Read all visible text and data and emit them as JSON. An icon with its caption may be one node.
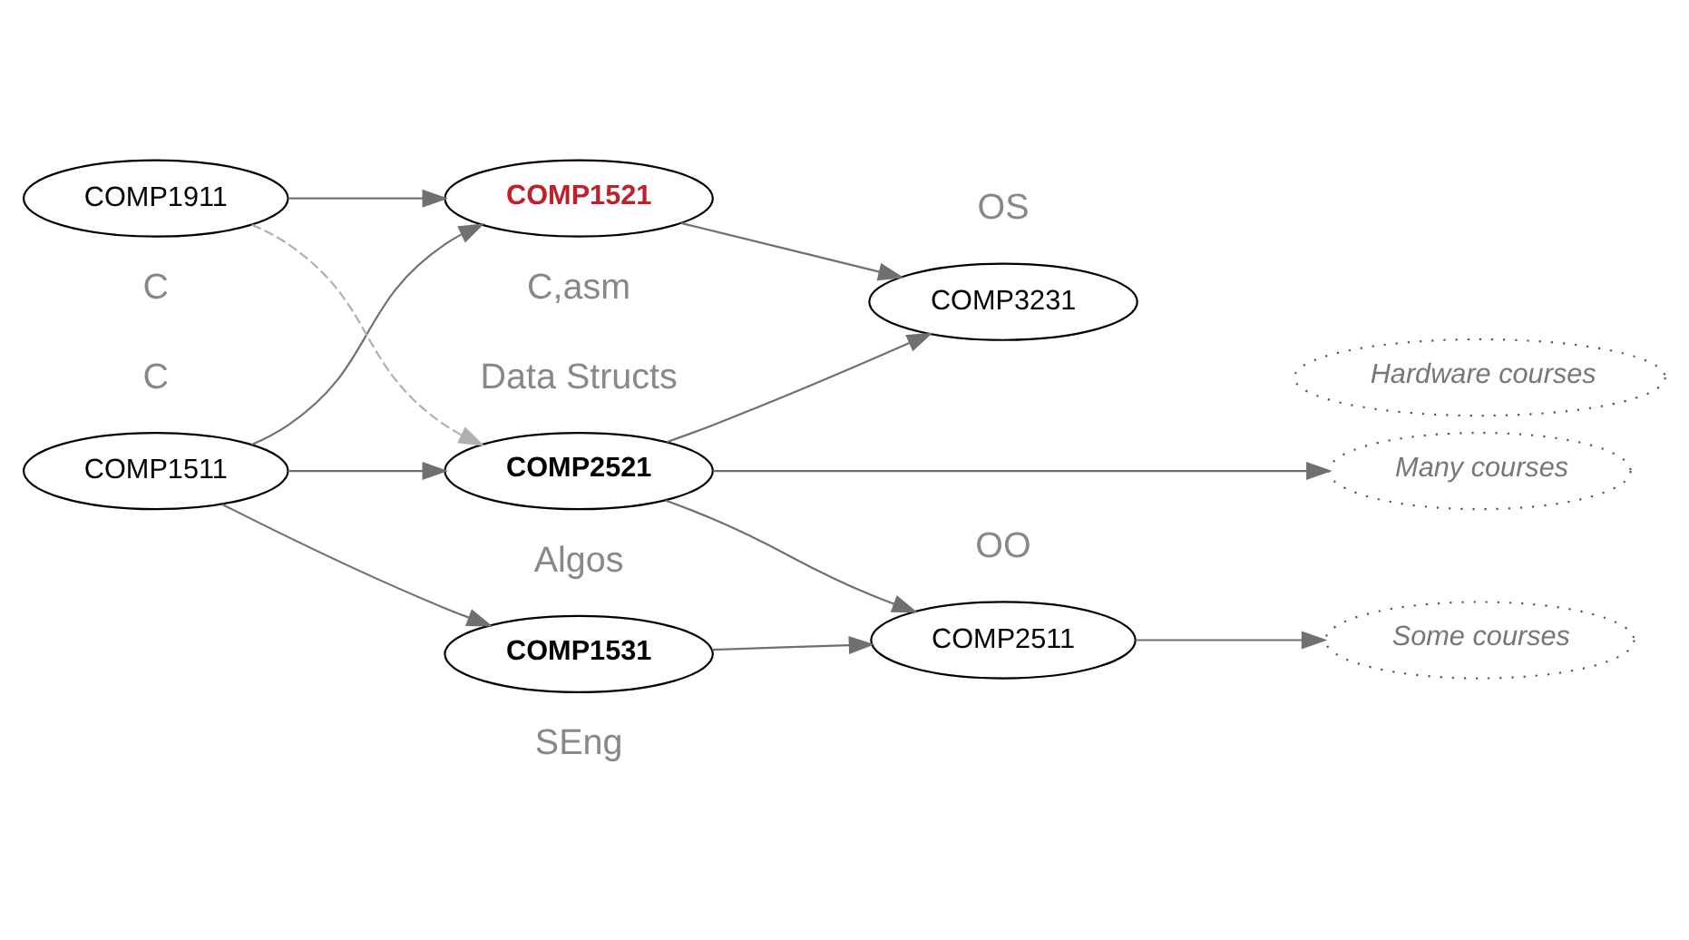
{
  "diagram": {
    "nodes": [
      {
        "text": [
          "COMP1531"
        ],
        "beside": [
          "SEng"
        ]
      },
      {
        "text": [
          "COMP1511"
        ],
        "beside": [
          "C"
        ]
      },
      {
        "text": [
          "COMP2511"
        ],
        "beside": [
          "OO"
        ]
      },
      {
        "text": [
          "Some courses"
        ]
      },
      {
        "text": [
          "COMP2521"
        ],
        "beside": [
          "Data Structs",
          "Algos"
        ]
      },
      {
        "text": [
          "Many courses"
        ]
      },
      {
        "text": [
          "COMP1911"
        ],
        "beside": [
          "C"
        ]
      },
      {
        "text": [
          "COMP3231"
        ],
        "beside": [
          "OS"
        ]
      },
      {
        "text": [
          "COMP1521"
        ],
        "beside": [
          "C,asm"
        ]
      },
      {
        "text": [
          "Hardware courses"
        ]
      }
    ],
    "edges": [
      {
        "from": 1,
        "to": 0,
        "arrow": "to"
      },
      {
        "from": 1,
        "to": 4,
        "arrow": "to"
      },
      {
        "from": 1,
        "to": 8,
        "arrow": "to"
      },
      {
        "from": 6,
        "to": 4,
        "arrow": "to",
        "style": "dashed",
        "color": "#b0b0b0"
      },
      {
        "from": 6,
        "to": 8,
        "arrow": "to"
      },
      {
        "from": 0,
        "to": 2,
        "arrow": "to"
      },
      {
        "from": 4,
        "to": 2,
        "arrow": "to"
      },
      {
        "from": 4,
        "to": 5,
        "arrow": "to"
      },
      {
        "from": 4,
        "to": 7,
        "arrow": "to"
      },
      {
        "from": 8,
        "to": 7,
        "arrow": "to"
      },
      {
        "from": 2,
        "to": 3,
        "arrow": "to"
      }
    ]
  }
}
